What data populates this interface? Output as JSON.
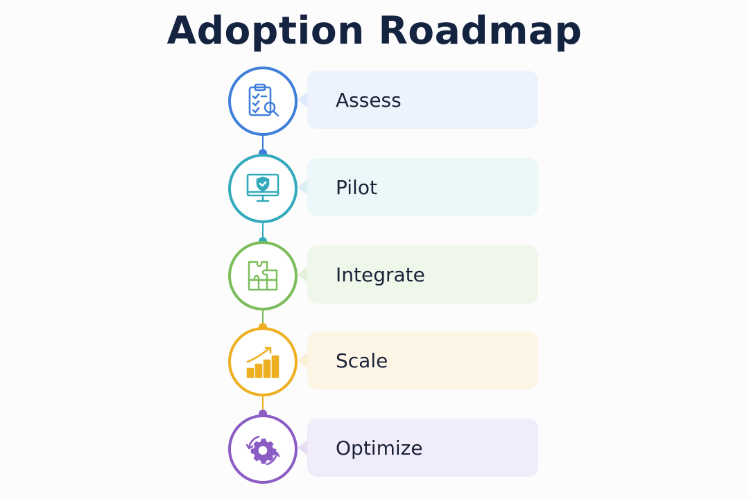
{
  "title": "Adoption Roadmap",
  "steps": [
    {
      "label": "Assess",
      "icon": "clipboard-search-icon",
      "color": "#3f7fd9",
      "card_color": "#edf3fd"
    },
    {
      "label": "Pilot",
      "icon": "monitor-shield-icon",
      "color": "#33aabb",
      "card_color": "#ebf7f8"
    },
    {
      "label": "Integrate",
      "icon": "puzzle-icon",
      "color": "#7cbc5a",
      "card_color": "#eff7ea"
    },
    {
      "label": "Scale",
      "icon": "growth-chart-icon",
      "color": "#eeb021",
      "card_color": "#fdf6e7"
    },
    {
      "label": "Optimize",
      "icon": "gear-cycle-icon",
      "color": "#8a5cc4",
      "card_color": "#f1ecf9"
    }
  ]
}
